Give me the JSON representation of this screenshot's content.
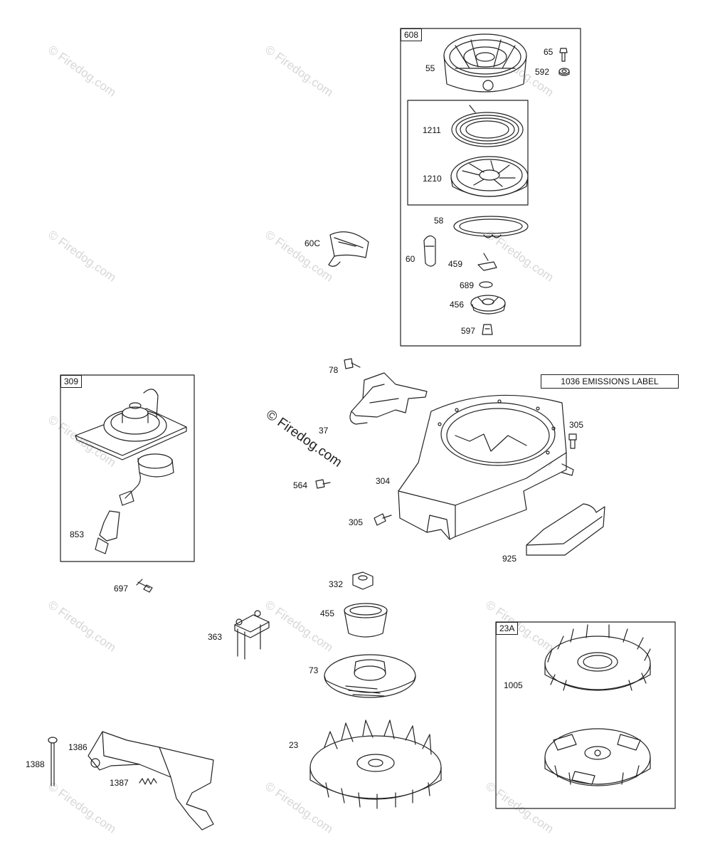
{
  "groups": {
    "g608": "608",
    "g309": "309",
    "g23a": "23A"
  },
  "emissions_label": "1036 EMISSIONS LABEL",
  "watermark": {
    "text": "© Firedog.com",
    "main": "© Firedog.com"
  },
  "parts": {
    "p55": "55",
    "p65": "65",
    "p592": "592",
    "p1211": "1211",
    "p1210": "1210",
    "p58": "58",
    "p60": "60",
    "p60c": "60C",
    "p459": "459",
    "p689": "689",
    "p456": "456",
    "p597": "597",
    "p78": "78",
    "p37": "37",
    "p305a": "305",
    "p305b": "305",
    "p304": "304",
    "p564": "564",
    "p925": "925",
    "p853": "853",
    "p697": "697",
    "p332": "332",
    "p455": "455",
    "p363": "363",
    "p73": "73",
    "p23": "23",
    "p1005": "1005",
    "p1388": "1388",
    "p1386": "1386",
    "p1387": "1387"
  },
  "colors": {
    "line": "#222222",
    "watermark": "#d7d7d7"
  }
}
